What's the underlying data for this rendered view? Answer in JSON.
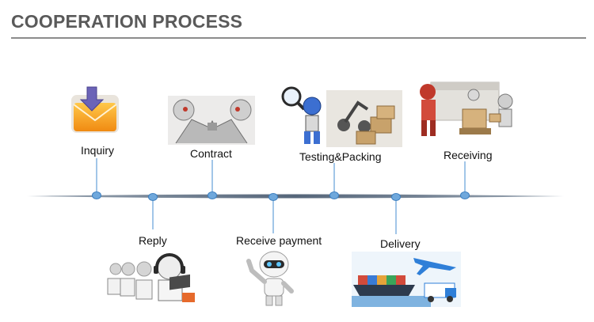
{
  "header": {
    "title": "COOPERATION PROCESS"
  },
  "steps": [
    {
      "label": "Inquiry",
      "icon": "envelope-download-icon",
      "position": "above"
    },
    {
      "label": "Reply",
      "icon": "call-center-agents-icon",
      "position": "below"
    },
    {
      "label": "Contract",
      "icon": "robot-handshake-icon",
      "position": "above"
    },
    {
      "label": "Receive payment",
      "icon": "robot-waving-icon",
      "position": "below"
    },
    {
      "label": "Testing&Packing",
      "icon": "robot-magnifier-packing-icon",
      "position": "above"
    },
    {
      "label": "Delivery",
      "icon": "ship-plane-truck-icon",
      "position": "below"
    },
    {
      "label": "Receiving",
      "icon": "robots-receiving-boxes-icon",
      "position": "above"
    }
  ],
  "colors": {
    "title": "#5a5a5a",
    "rule": "#8c8c8c",
    "timeline": "#5f6e80",
    "node": "#6fa8dc",
    "connector": "#6fa8dc"
  }
}
